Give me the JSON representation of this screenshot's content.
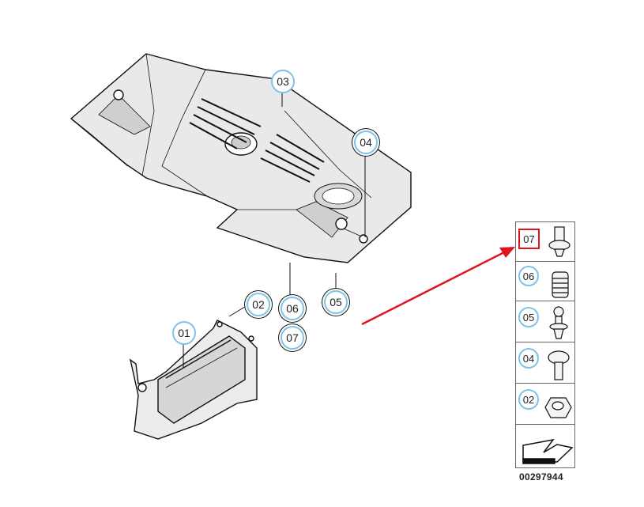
{
  "diagram": {
    "title": "Engine acoustic cover parts diagram",
    "callouts": [
      {
        "id": "01",
        "label": "01"
      },
      {
        "id": "02",
        "label": "02"
      },
      {
        "id": "03",
        "label": "03"
      },
      {
        "id": "04",
        "label": "04"
      },
      {
        "id": "05",
        "label": "05"
      },
      {
        "id": "06",
        "label": "06"
      },
      {
        "id": "07",
        "label": "07"
      }
    ],
    "legend": [
      {
        "label": "07",
        "part": "stud-bolt-with-washer",
        "highlighted": true
      },
      {
        "label": "06",
        "part": "rubber-grommet",
        "highlighted": false
      },
      {
        "label": "05",
        "part": "expanding-rivet",
        "highlighted": false
      },
      {
        "label": "04",
        "part": "torx-screw",
        "highlighted": false
      },
      {
        "label": "02",
        "part": "hex-nut",
        "highlighted": false
      }
    ],
    "part_number": "00297944",
    "highlight_color": "#e0141e",
    "callout_color": "#7cc4e6"
  }
}
